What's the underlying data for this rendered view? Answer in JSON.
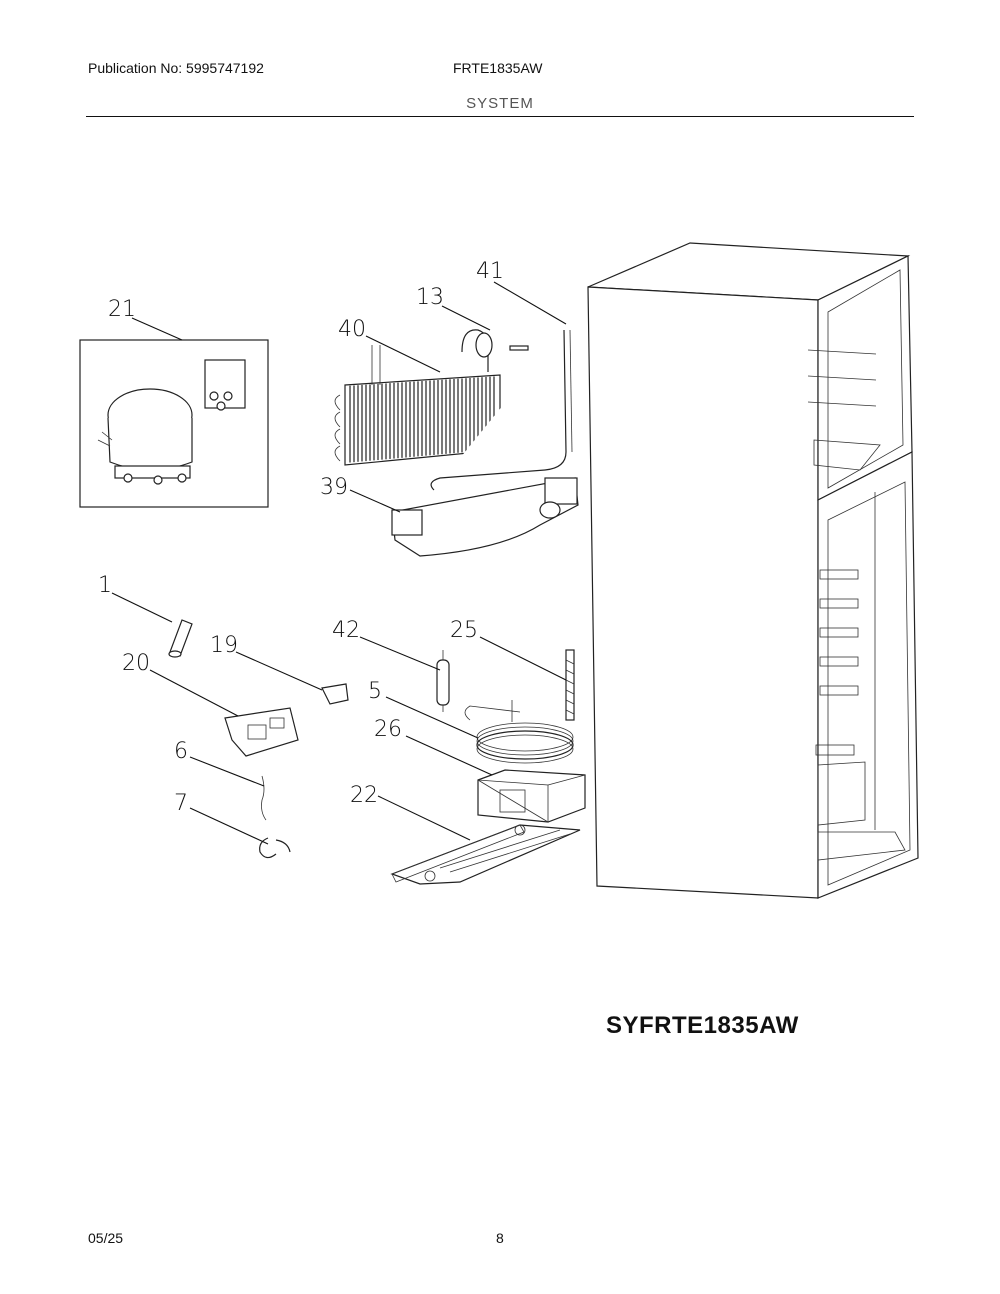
{
  "header": {
    "publication": "Publication No: 5995747192",
    "model": "FRTE1835AW",
    "section": "SYSTEM"
  },
  "diagram": {
    "code": "SYFRTE1835AW",
    "callouts": [
      "21",
      "13",
      "41",
      "40",
      "39",
      "1",
      "19",
      "42",
      "25",
      "20",
      "5",
      "26",
      "6",
      "7",
      "22"
    ]
  },
  "footer": {
    "date": "05/25",
    "page": "8"
  }
}
